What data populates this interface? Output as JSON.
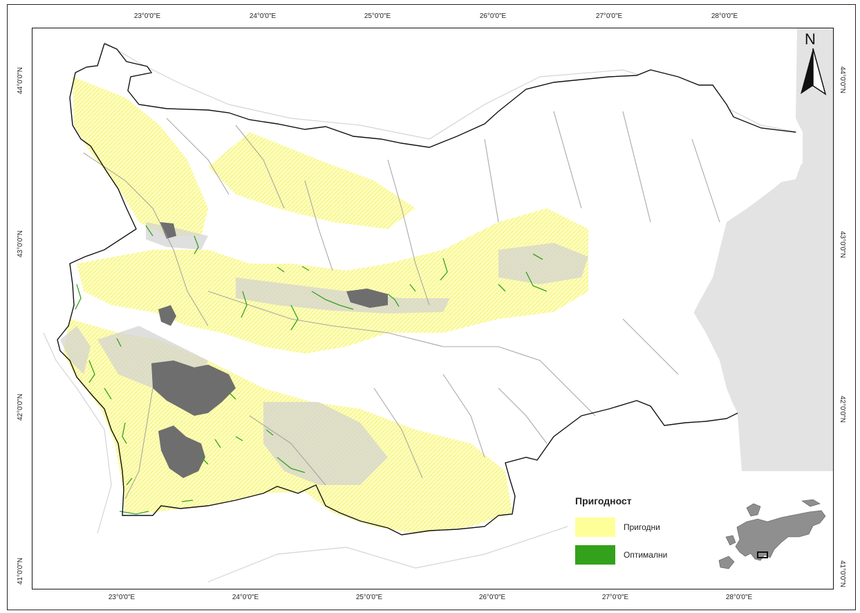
{
  "legend": {
    "title": "Пригодност",
    "items": [
      {
        "label": "Пригодни",
        "color": "#ffff99"
      },
      {
        "label": "Оптимални",
        "color": "#33a11b"
      }
    ]
  },
  "north": {
    "letter": "N"
  },
  "longitude_ticks": [
    "23°0'0\"E",
    "24°0'0\"E",
    "25°0'0\"E",
    "26°0'0\"E",
    "27°0'0\"E",
    "28°0'0\"E"
  ],
  "latitude_ticks": [
    "44°0'0\"N",
    "43°0'0\"N",
    "42°0'0\"N",
    "41°0'0\"N"
  ],
  "colors": {
    "border": "#111111",
    "rivers": "#9a9a9a",
    "mountains": "#6e6e6e",
    "sea": "#e3e3e3",
    "suitable": "#ffff99",
    "optimal": "#33a11b"
  }
}
